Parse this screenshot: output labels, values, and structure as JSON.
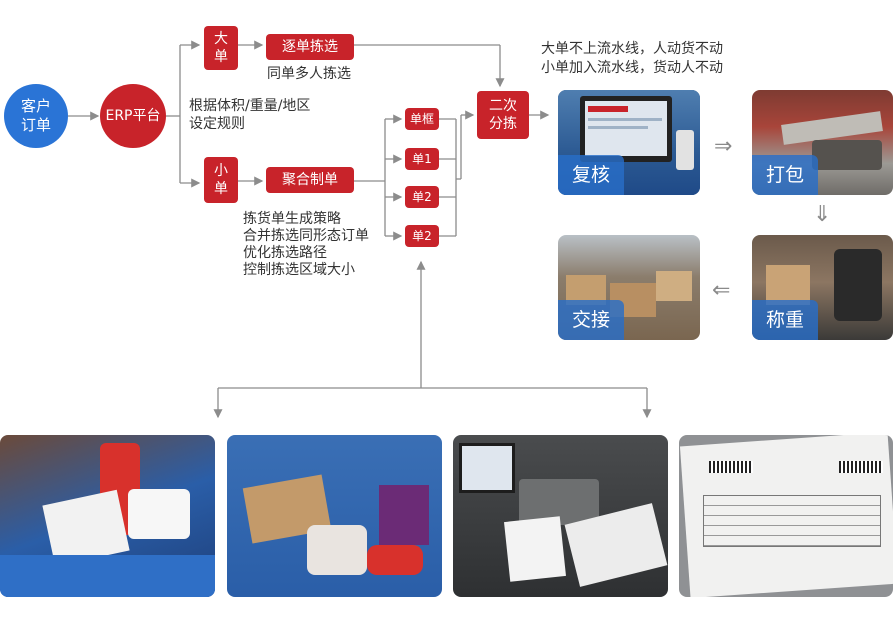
{
  "flow": {
    "customer_order": "客户\n订单",
    "erp_platform": "ERP平台",
    "big_order": "大\n单",
    "small_order": "小\n单",
    "pick_each": "逐单拣选",
    "pick_each_note": "同单多人拣选",
    "rules_note": "根据体积/重量/地区\n设定规则",
    "aggregate": "聚合制单",
    "aggregate_notes": "拣货单生成策略\n合并拣选同形态订单\n优化拣选路径\n控制拣选区域大小",
    "bins": [
      "单框",
      "单1",
      "单2",
      "单2"
    ],
    "secondary_sort": "二次\n分拣",
    "line_note": "大单不上流水线，人动货不动\n小单加入流水线，货动人不动"
  },
  "stations": {
    "review": "复核",
    "pack": "打包",
    "weigh": "称重",
    "handover": "交接"
  },
  "arrows": {
    "right": "⇒",
    "down": "⇓",
    "left": "⇐"
  },
  "colors": {
    "red": "#c8232a",
    "blue": "#2a74d6",
    "label_blue": "#286ec8",
    "line_gray": "#8c8c8c"
  }
}
